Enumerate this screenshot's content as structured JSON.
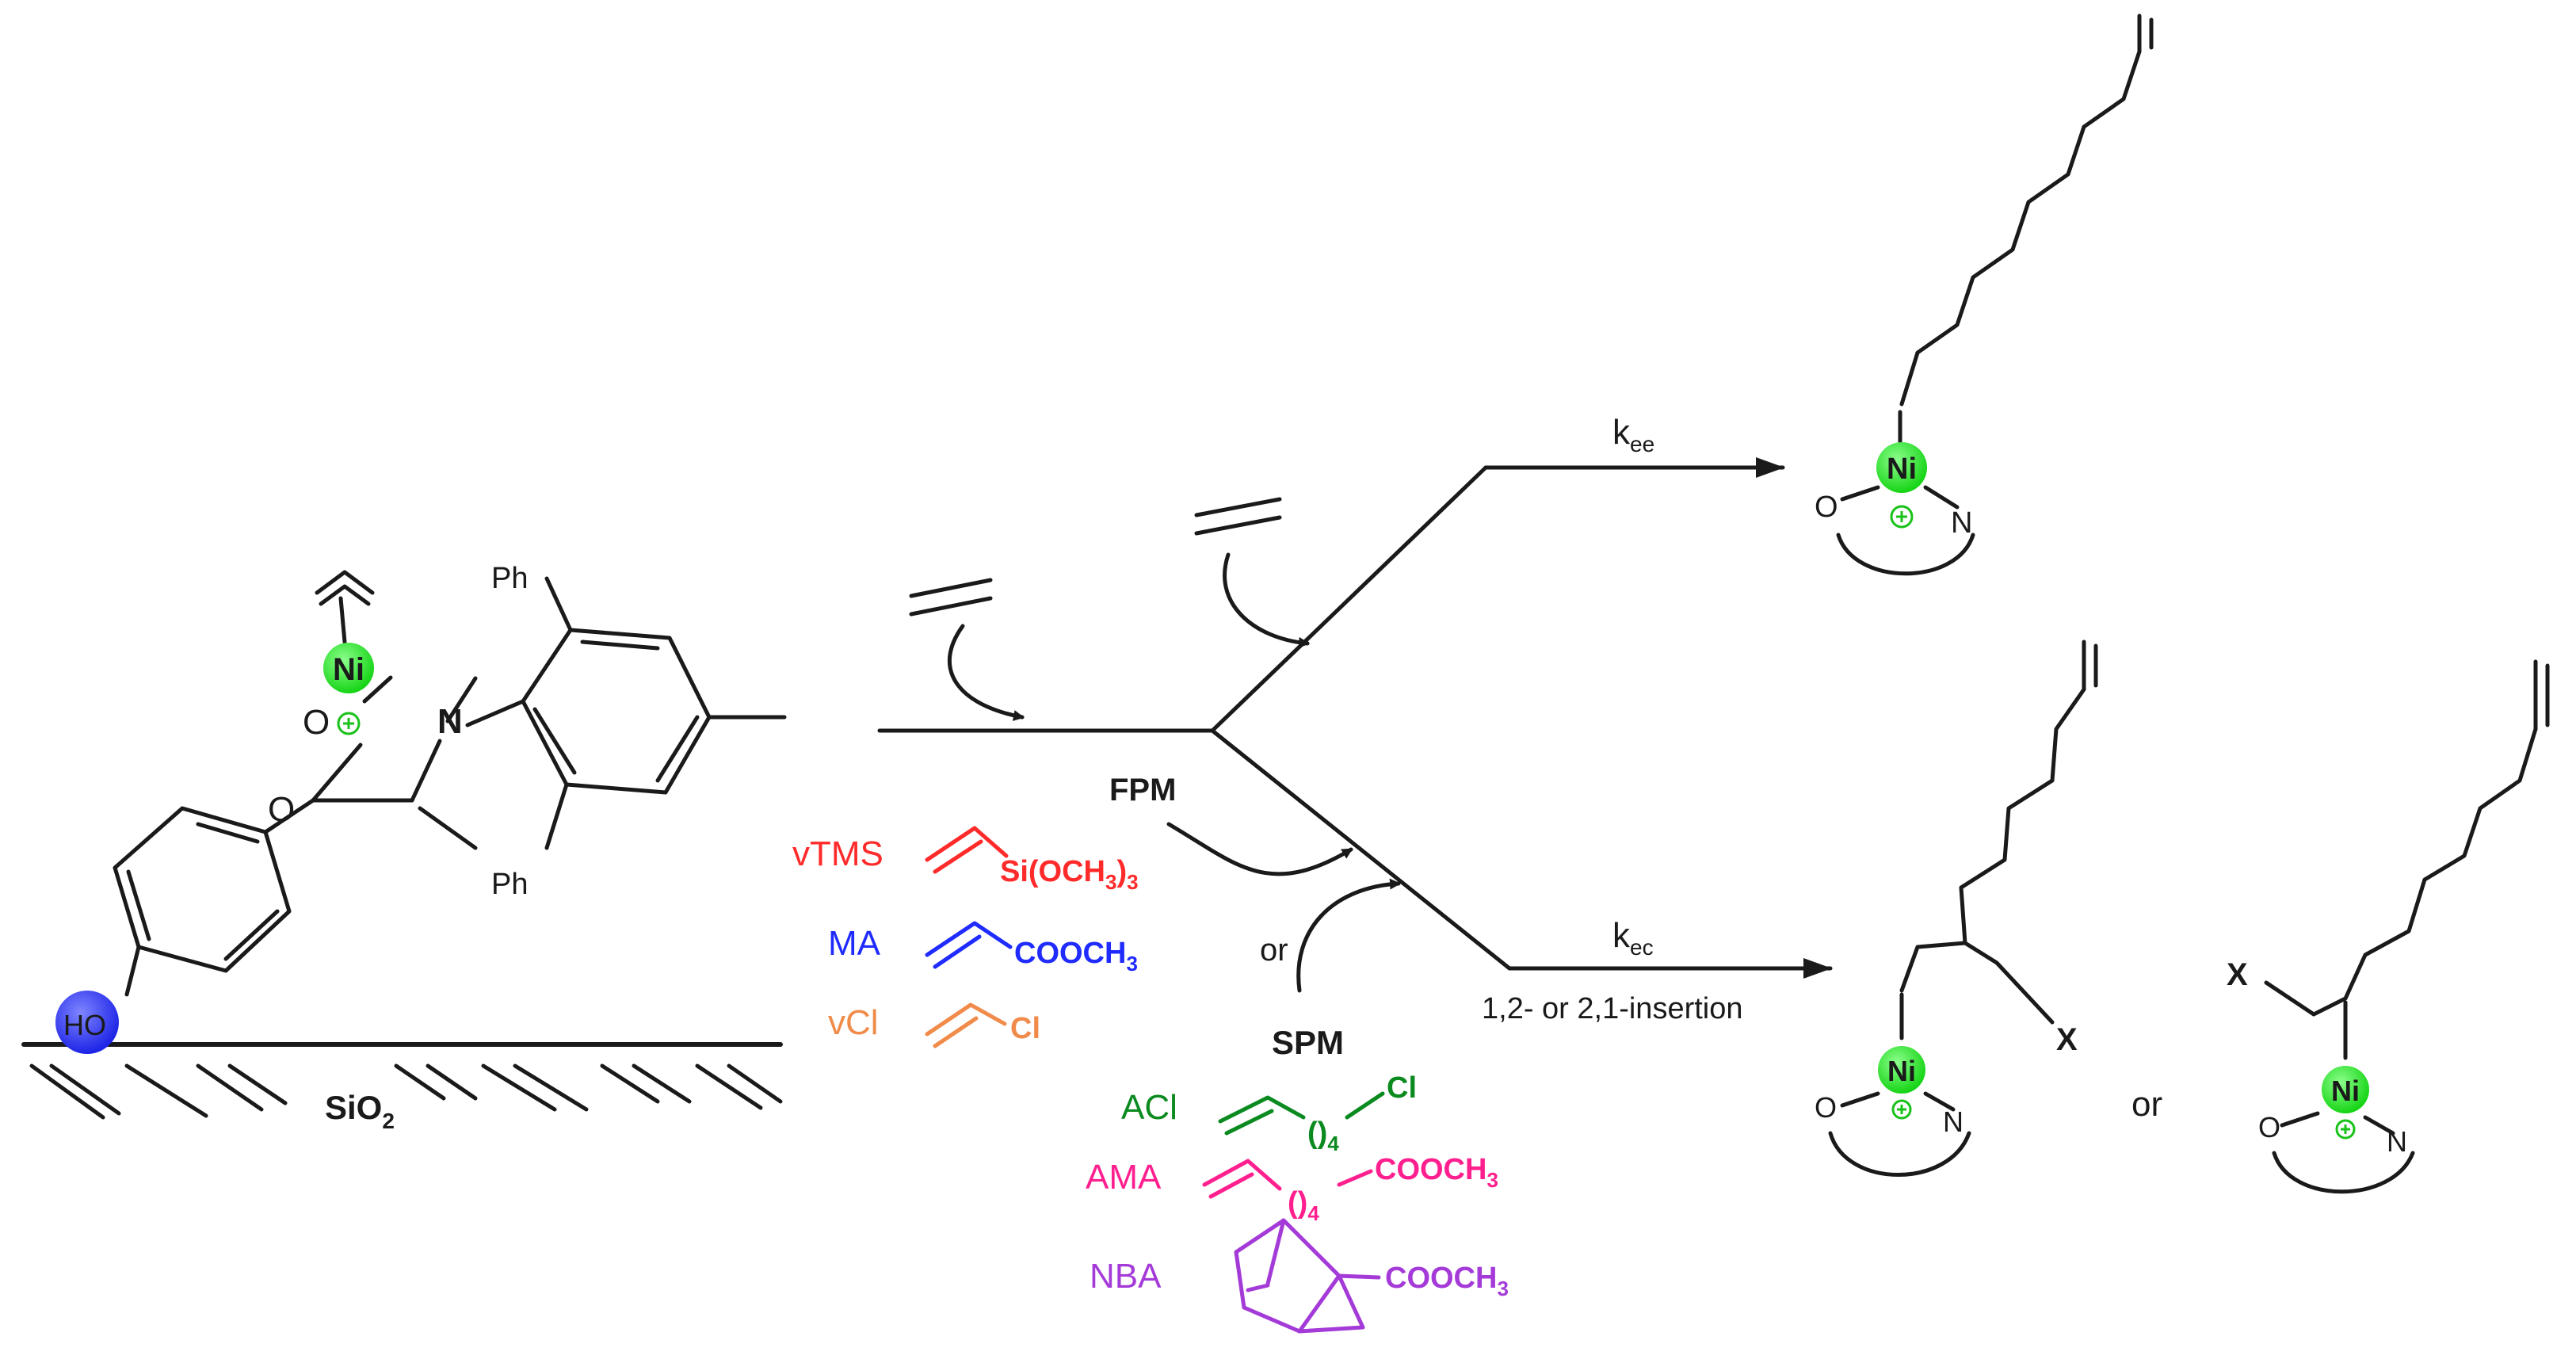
{
  "labels": {
    "ph_top": "Ph",
    "ph_bottom": "Ph",
    "ni_catalyst": "Ni",
    "o_catalyst": "O",
    "n_catalyst": "N",
    "ho": "HO",
    "sio2": "SiO",
    "sio2_sub": "2",
    "fpm": "FPM",
    "spm": "SPM",
    "or_mid": "or",
    "k_ee": "k",
    "k_ee_sub": "ee",
    "k_ec": "k",
    "k_ec_sub": "ec",
    "insertion": "1,2- or 2,1-insertion",
    "x_left_product": "X",
    "x_right_product": "X",
    "or_products": "or",
    "product_ni": "Ni",
    "product_o": "O",
    "product_n": "N"
  },
  "comonomers": [
    {
      "label": "vTMS",
      "group": "Si(OCH",
      "group_sub": "3",
      "group_tail": ")",
      "group_tail_sub": "3",
      "color": "#ff2a2a"
    },
    {
      "label": "MA",
      "group": "COOCH",
      "group_sub": "3",
      "color": "#1f2bff"
    },
    {
      "label": "vCl",
      "group": "Cl",
      "color": "#f08b4a"
    },
    {
      "label": "ACl",
      "spacer": "()",
      "spacer_sub": "4",
      "group": "Cl",
      "color": "#0b8a1f"
    },
    {
      "label": "AMA",
      "spacer": "()",
      "spacer_sub": "4",
      "group": "COOCH",
      "group_sub": "3",
      "color": "#ff1f8f"
    },
    {
      "label": "NBA",
      "group": "COOCH",
      "group_sub": "3",
      "color": "#a43bd8"
    }
  ],
  "colors": {
    "ni_highlight": "#2ee62e",
    "support_oh": "#2b2bff",
    "bond": "#1a1a1a"
  }
}
